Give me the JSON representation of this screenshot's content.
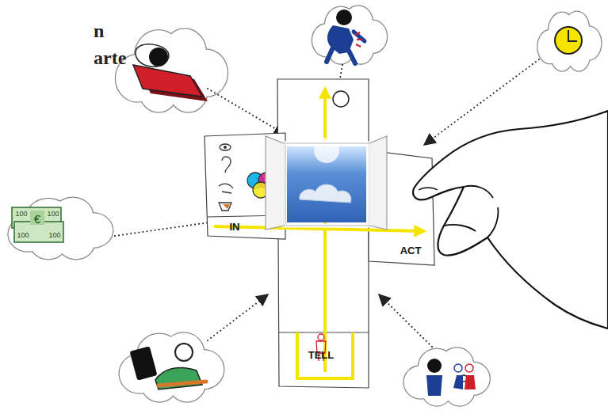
{
  "diagram": {
    "nodes": [
      {
        "text": [
          "IN",
          "ACT",
          "TELL"
        ]
      }
    ],
    "labels": [
      "n",
      "arte",
      "100",
      "€",
      "100",
      "100",
      "100"
    ]
  }
}
